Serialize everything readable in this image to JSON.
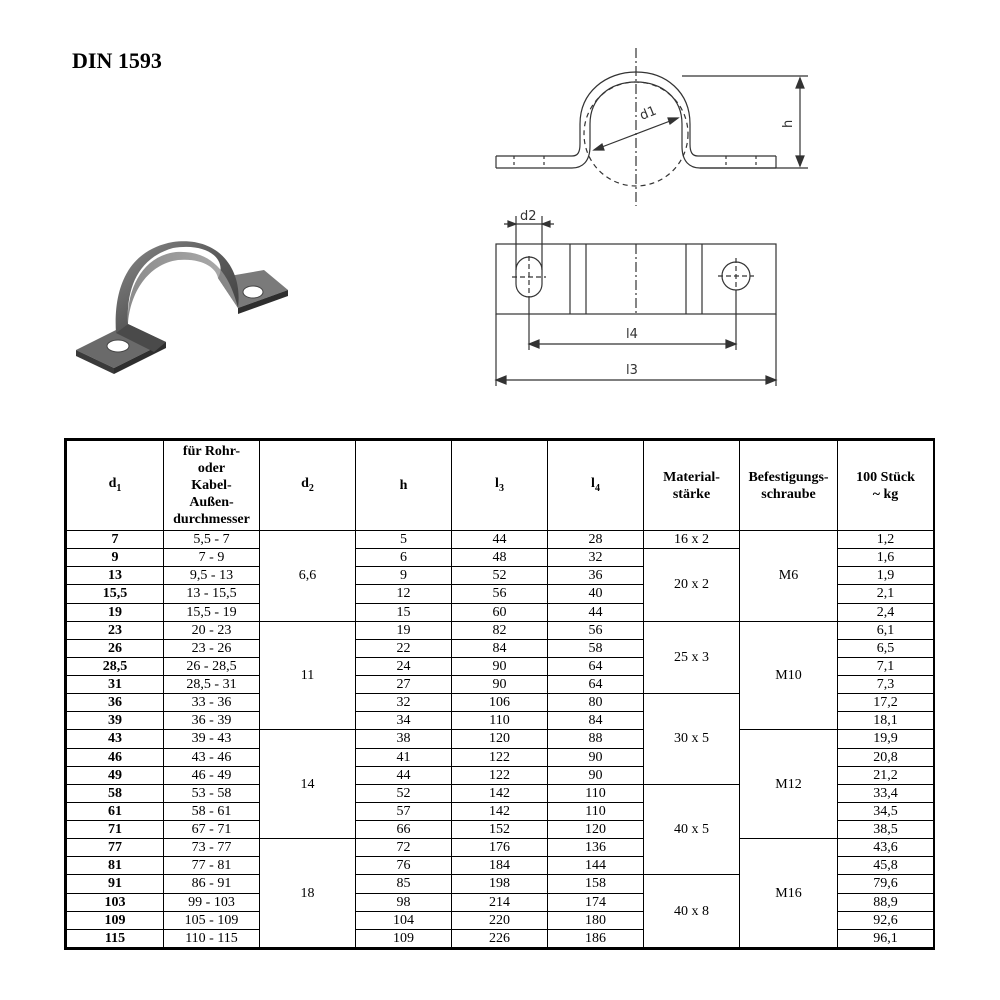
{
  "title": "DIN 1593",
  "drawing": {
    "label_d1": "d1",
    "label_h": "h",
    "label_d2": "d2",
    "label_l4": "l4",
    "label_l3": "l3"
  },
  "table": {
    "headers": {
      "d1": "d",
      "d1_sub": "1",
      "outer_diameter": [
        "für Rohr-",
        "oder",
        "Kabel-",
        "Außen-",
        "durchmesser"
      ],
      "d2": "d",
      "d2_sub": "2",
      "h": "h",
      "l3": "l",
      "l3_sub": "3",
      "l4": "l",
      "l4_sub": "4",
      "material": [
        "Material-",
        "stärke"
      ],
      "screw": [
        "Befestigungs-",
        "schraube"
      ],
      "weight": [
        "100 Stück",
        "~ kg"
      ]
    },
    "rows": [
      {
        "d1": "7",
        "range": "5,5 - 7",
        "h": "5",
        "l3": "44",
        "l4": "28",
        "kg": "1,2"
      },
      {
        "d1": "9",
        "range": "7 - 9",
        "h": "6",
        "l3": "48",
        "l4": "32",
        "kg": "1,6"
      },
      {
        "d1": "13",
        "range": "9,5 - 13",
        "h": "9",
        "l3": "52",
        "l4": "36",
        "kg": "1,9"
      },
      {
        "d1": "15,5",
        "range": "13 - 15,5",
        "h": "12",
        "l3": "56",
        "l4": "40",
        "kg": "2,1"
      },
      {
        "d1": "19",
        "range": "15,5 - 19",
        "h": "15",
        "l3": "60",
        "l4": "44",
        "kg": "2,4"
      },
      {
        "d1": "23",
        "range": "20 - 23",
        "h": "19",
        "l3": "82",
        "l4": "56",
        "kg": "6,1"
      },
      {
        "d1": "26",
        "range": "23 - 26",
        "h": "22",
        "l3": "84",
        "l4": "58",
        "kg": "6,5"
      },
      {
        "d1": "28,5",
        "range": "26 - 28,5",
        "h": "24",
        "l3": "90",
        "l4": "64",
        "kg": "7,1"
      },
      {
        "d1": "31",
        "range": "28,5 - 31",
        "h": "27",
        "l3": "90",
        "l4": "64",
        "kg": "7,3"
      },
      {
        "d1": "36",
        "range": "33 - 36",
        "h": "32",
        "l3": "106",
        "l4": "80",
        "kg": "17,2"
      },
      {
        "d1": "39",
        "range": "36 - 39",
        "h": "34",
        "l3": "110",
        "l4": "84",
        "kg": "18,1"
      },
      {
        "d1": "43",
        "range": "39 - 43",
        "h": "38",
        "l3": "120",
        "l4": "88",
        "kg": "19,9"
      },
      {
        "d1": "46",
        "range": "43 - 46",
        "h": "41",
        "l3": "122",
        "l4": "90",
        "kg": "20,8"
      },
      {
        "d1": "49",
        "range": "46 - 49",
        "h": "44",
        "l3": "122",
        "l4": "90",
        "kg": "21,2"
      },
      {
        "d1": "58",
        "range": "53 - 58",
        "h": "52",
        "l3": "142",
        "l4": "110",
        "kg": "33,4"
      },
      {
        "d1": "61",
        "range": "58 - 61",
        "h": "57",
        "l3": "142",
        "l4": "110",
        "kg": "34,5"
      },
      {
        "d1": "71",
        "range": "67 - 71",
        "h": "66",
        "l3": "152",
        "l4": "120",
        "kg": "38,5"
      },
      {
        "d1": "77",
        "range": "73 - 77",
        "h": "72",
        "l3": "176",
        "l4": "136",
        "kg": "43,6"
      },
      {
        "d1": "81",
        "range": "77 - 81",
        "h": "76",
        "l3": "184",
        "l4": "144",
        "kg": "45,8"
      },
      {
        "d1": "91",
        "range": "86 - 91",
        "h": "85",
        "l3": "198",
        "l4": "158",
        "kg": "79,6"
      },
      {
        "d1": "103",
        "range": "99 - 103",
        "h": "98",
        "l3": "214",
        "l4": "174",
        "kg": "88,9"
      },
      {
        "d1": "109",
        "range": "105 - 109",
        "h": "104",
        "l3": "220",
        "l4": "180",
        "kg": "92,6"
      },
      {
        "d1": "115",
        "range": "110 - 115",
        "h": "109",
        "l3": "226",
        "l4": "186",
        "kg": "96,1"
      }
    ],
    "d2_groups": [
      "6,6",
      "11",
      "14",
      "18"
    ],
    "material_groups": [
      "16 x 2",
      "20 x 2",
      "25 x 3",
      "30 x 5",
      "40 x 5",
      "40 x 8"
    ],
    "screw_groups": [
      "M6",
      "M10",
      "M12",
      "M16"
    ]
  }
}
